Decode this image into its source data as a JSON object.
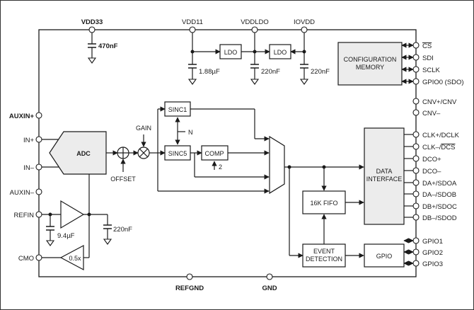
{
  "supplies": {
    "vdd33": "VDD33",
    "vdd11": "VDD11",
    "vddldo": "VDDLDO",
    "iovdd": "IOVDD"
  },
  "caps": {
    "c470": "470nF",
    "c188": "1.88µF",
    "c220_ldo": "220nF",
    "c220_io": "220nF",
    "c94": "9.4µF",
    "c220_refin": "220nF"
  },
  "blocks": {
    "ldo1": "LDO",
    "ldo2": "LDO",
    "config_line1": "CONFIGURATION",
    "config_line2": "MEMORY",
    "adc": "ADC",
    "sinc1": "SINC1",
    "sinc5": "SINC5",
    "comp": "COMP",
    "fifo": "16K FIFO",
    "data_line1": "DATA",
    "data_line2": "INTERFACE",
    "event_line1": "EVENT",
    "event_line2": "DETECTION",
    "gpio": "GPIO",
    "buf05": "0.5x"
  },
  "labels": {
    "gain": "GAIN",
    "offset": "OFFSET",
    "n": "N",
    "comp_val": "2"
  },
  "left_pins": {
    "auxin_p": "AUXIN+",
    "in_p": "IN+",
    "in_n": "IN–",
    "auxin_n": "AUXIN–",
    "refin": "REFIN",
    "cmo": "CMO"
  },
  "right_pins": {
    "cs": "CS",
    "sdi": "SDI",
    "sclk": "SCLK",
    "gpio0": "GPIO0 (SDO)",
    "cnv_p": "CNV+/CNV",
    "cnv_n": "CNV–",
    "clk_p": "CLK+/DCLK",
    "clk_n_a": "CLK–/",
    "clk_n_b": "DCS",
    "dco_p": "DCO+",
    "dco_n": "DCO–",
    "da_p": "DA+/SDOA",
    "da_n": "DA–/SDOB",
    "db_p": "DB+/SDOC",
    "db_n": "DB–/SDOD",
    "gpio1": "GPIO1",
    "gpio2": "GPIO2",
    "gpio3": "GPIO3"
  },
  "bottom_pins": {
    "refgnd": "REFGND",
    "gnd": "GND"
  }
}
